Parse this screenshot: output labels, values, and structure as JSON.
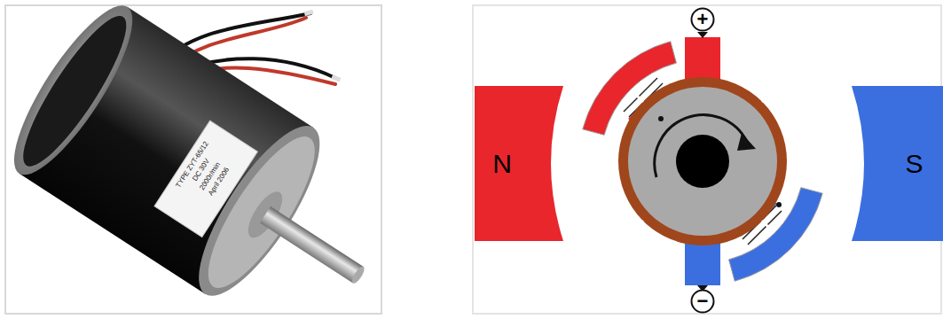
{
  "diagram": {
    "nodes": [
      {
        "text": [
          "+"
        ]
      },
      {
        "text": [
          "N"
        ]
      },
      {
        "text": [
          "S"
        ]
      },
      {
        "text": [
          "−"
        ]
      }
    ],
    "labels": [
      "TYPE ZYT-65/12",
      "DC 30V",
      "2000r/min",
      "April 2006"
    ]
  }
}
